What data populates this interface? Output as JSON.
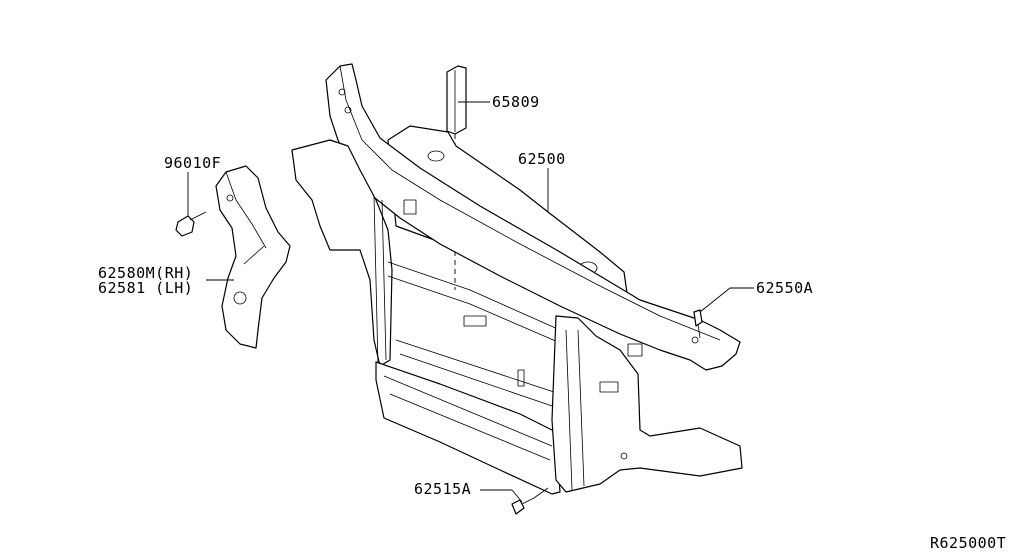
{
  "diagram": {
    "drawing_id": "R625000T",
    "callouts": [
      {
        "id": "65809",
        "label": "65809"
      },
      {
        "id": "62500",
        "label": "62500"
      },
      {
        "id": "96010F",
        "label": "96010F"
      },
      {
        "id": "62580M",
        "label": "62580M(RH)"
      },
      {
        "id": "62581",
        "label": "62581 (LH)"
      },
      {
        "id": "62550A",
        "label": "62550A"
      },
      {
        "id": "62515A",
        "label": "62515A"
      }
    ]
  }
}
